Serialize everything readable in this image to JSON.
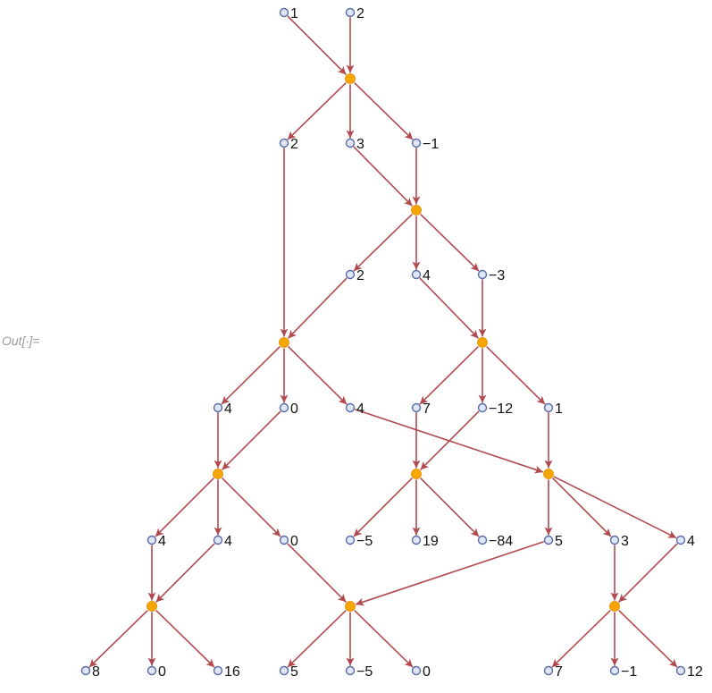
{
  "output_label": "Out[∙]=",
  "colors": {
    "edge": "#b04a4f",
    "value_node_fill": "#dfe6f8",
    "value_node_stroke": "#5a6aa8",
    "op_node_fill": "#f7a500"
  },
  "graph": {
    "value_nodes": [
      {
        "id": "v1",
        "label": "1"
      },
      {
        "id": "v2",
        "label": "2"
      },
      {
        "id": "v3",
        "label": "2"
      },
      {
        "id": "v4",
        "label": "3"
      },
      {
        "id": "v5",
        "label": "−1"
      },
      {
        "id": "v6",
        "label": "2"
      },
      {
        "id": "v7",
        "label": "4"
      },
      {
        "id": "v8",
        "label": "−3"
      },
      {
        "id": "v9",
        "label": "4"
      },
      {
        "id": "v10",
        "label": "0"
      },
      {
        "id": "v11",
        "label": "4"
      },
      {
        "id": "v12",
        "label": "7"
      },
      {
        "id": "v13",
        "label": "−12"
      },
      {
        "id": "v14",
        "label": "1"
      },
      {
        "id": "v15",
        "label": "4"
      },
      {
        "id": "v16",
        "label": "4"
      },
      {
        "id": "v17",
        "label": "0"
      },
      {
        "id": "v18",
        "label": "−5"
      },
      {
        "id": "v19",
        "label": "19"
      },
      {
        "id": "v20",
        "label": "−84"
      },
      {
        "id": "v21",
        "label": "5"
      },
      {
        "id": "v22",
        "label": "3"
      },
      {
        "id": "v23",
        "label": "4"
      },
      {
        "id": "v24",
        "label": "8"
      },
      {
        "id": "v25",
        "label": "0"
      },
      {
        "id": "v26",
        "label": "16"
      },
      {
        "id": "v27",
        "label": "5"
      },
      {
        "id": "v28",
        "label": "−5"
      },
      {
        "id": "v29",
        "label": "0"
      },
      {
        "id": "v30",
        "label": "7"
      },
      {
        "id": "v31",
        "label": "−1"
      },
      {
        "id": "v32",
        "label": "12"
      }
    ],
    "op_nodes": [
      "o1",
      "o2",
      "o3",
      "o4",
      "o5",
      "o6",
      "o7",
      "o8",
      "o9",
      "o10"
    ],
    "edges": [
      [
        "v1",
        "o1"
      ],
      [
        "v2",
        "o1"
      ],
      [
        "o1",
        "v3"
      ],
      [
        "o1",
        "v4"
      ],
      [
        "o1",
        "v5"
      ],
      [
        "v4",
        "o2"
      ],
      [
        "v5",
        "o2"
      ],
      [
        "o2",
        "v6"
      ],
      [
        "o2",
        "v7"
      ],
      [
        "o2",
        "v8"
      ],
      [
        "v3",
        "o3"
      ],
      [
        "v6",
        "o3"
      ],
      [
        "v7",
        "o4"
      ],
      [
        "v8",
        "o4"
      ],
      [
        "o3",
        "v9"
      ],
      [
        "o3",
        "v10"
      ],
      [
        "o3",
        "v11"
      ],
      [
        "o4",
        "v12"
      ],
      [
        "o4",
        "v13"
      ],
      [
        "o4",
        "v14"
      ],
      [
        "v9",
        "o5"
      ],
      [
        "v10",
        "o5"
      ],
      [
        "v12",
        "o6"
      ],
      [
        "v13",
        "o6"
      ],
      [
        "v11",
        "o7"
      ],
      [
        "v14",
        "o7"
      ],
      [
        "o5",
        "v15"
      ],
      [
        "o5",
        "v16"
      ],
      [
        "o5",
        "v17"
      ],
      [
        "o6",
        "v18"
      ],
      [
        "o6",
        "v19"
      ],
      [
        "o6",
        "v20"
      ],
      [
        "o7",
        "v21"
      ],
      [
        "o7",
        "v22"
      ],
      [
        "o7",
        "v23"
      ],
      [
        "v15",
        "o8"
      ],
      [
        "v16",
        "o8"
      ],
      [
        "v17",
        "o9"
      ],
      [
        "v21",
        "o9"
      ],
      [
        "v22",
        "o10"
      ],
      [
        "v23",
        "o10"
      ],
      [
        "o8",
        "v24"
      ],
      [
        "o8",
        "v25"
      ],
      [
        "o8",
        "v26"
      ],
      [
        "o9",
        "v27"
      ],
      [
        "o9",
        "v28"
      ],
      [
        "o9",
        "v29"
      ],
      [
        "o10",
        "v30"
      ],
      [
        "o10",
        "v31"
      ],
      [
        "o10",
        "v32"
      ]
    ]
  }
}
